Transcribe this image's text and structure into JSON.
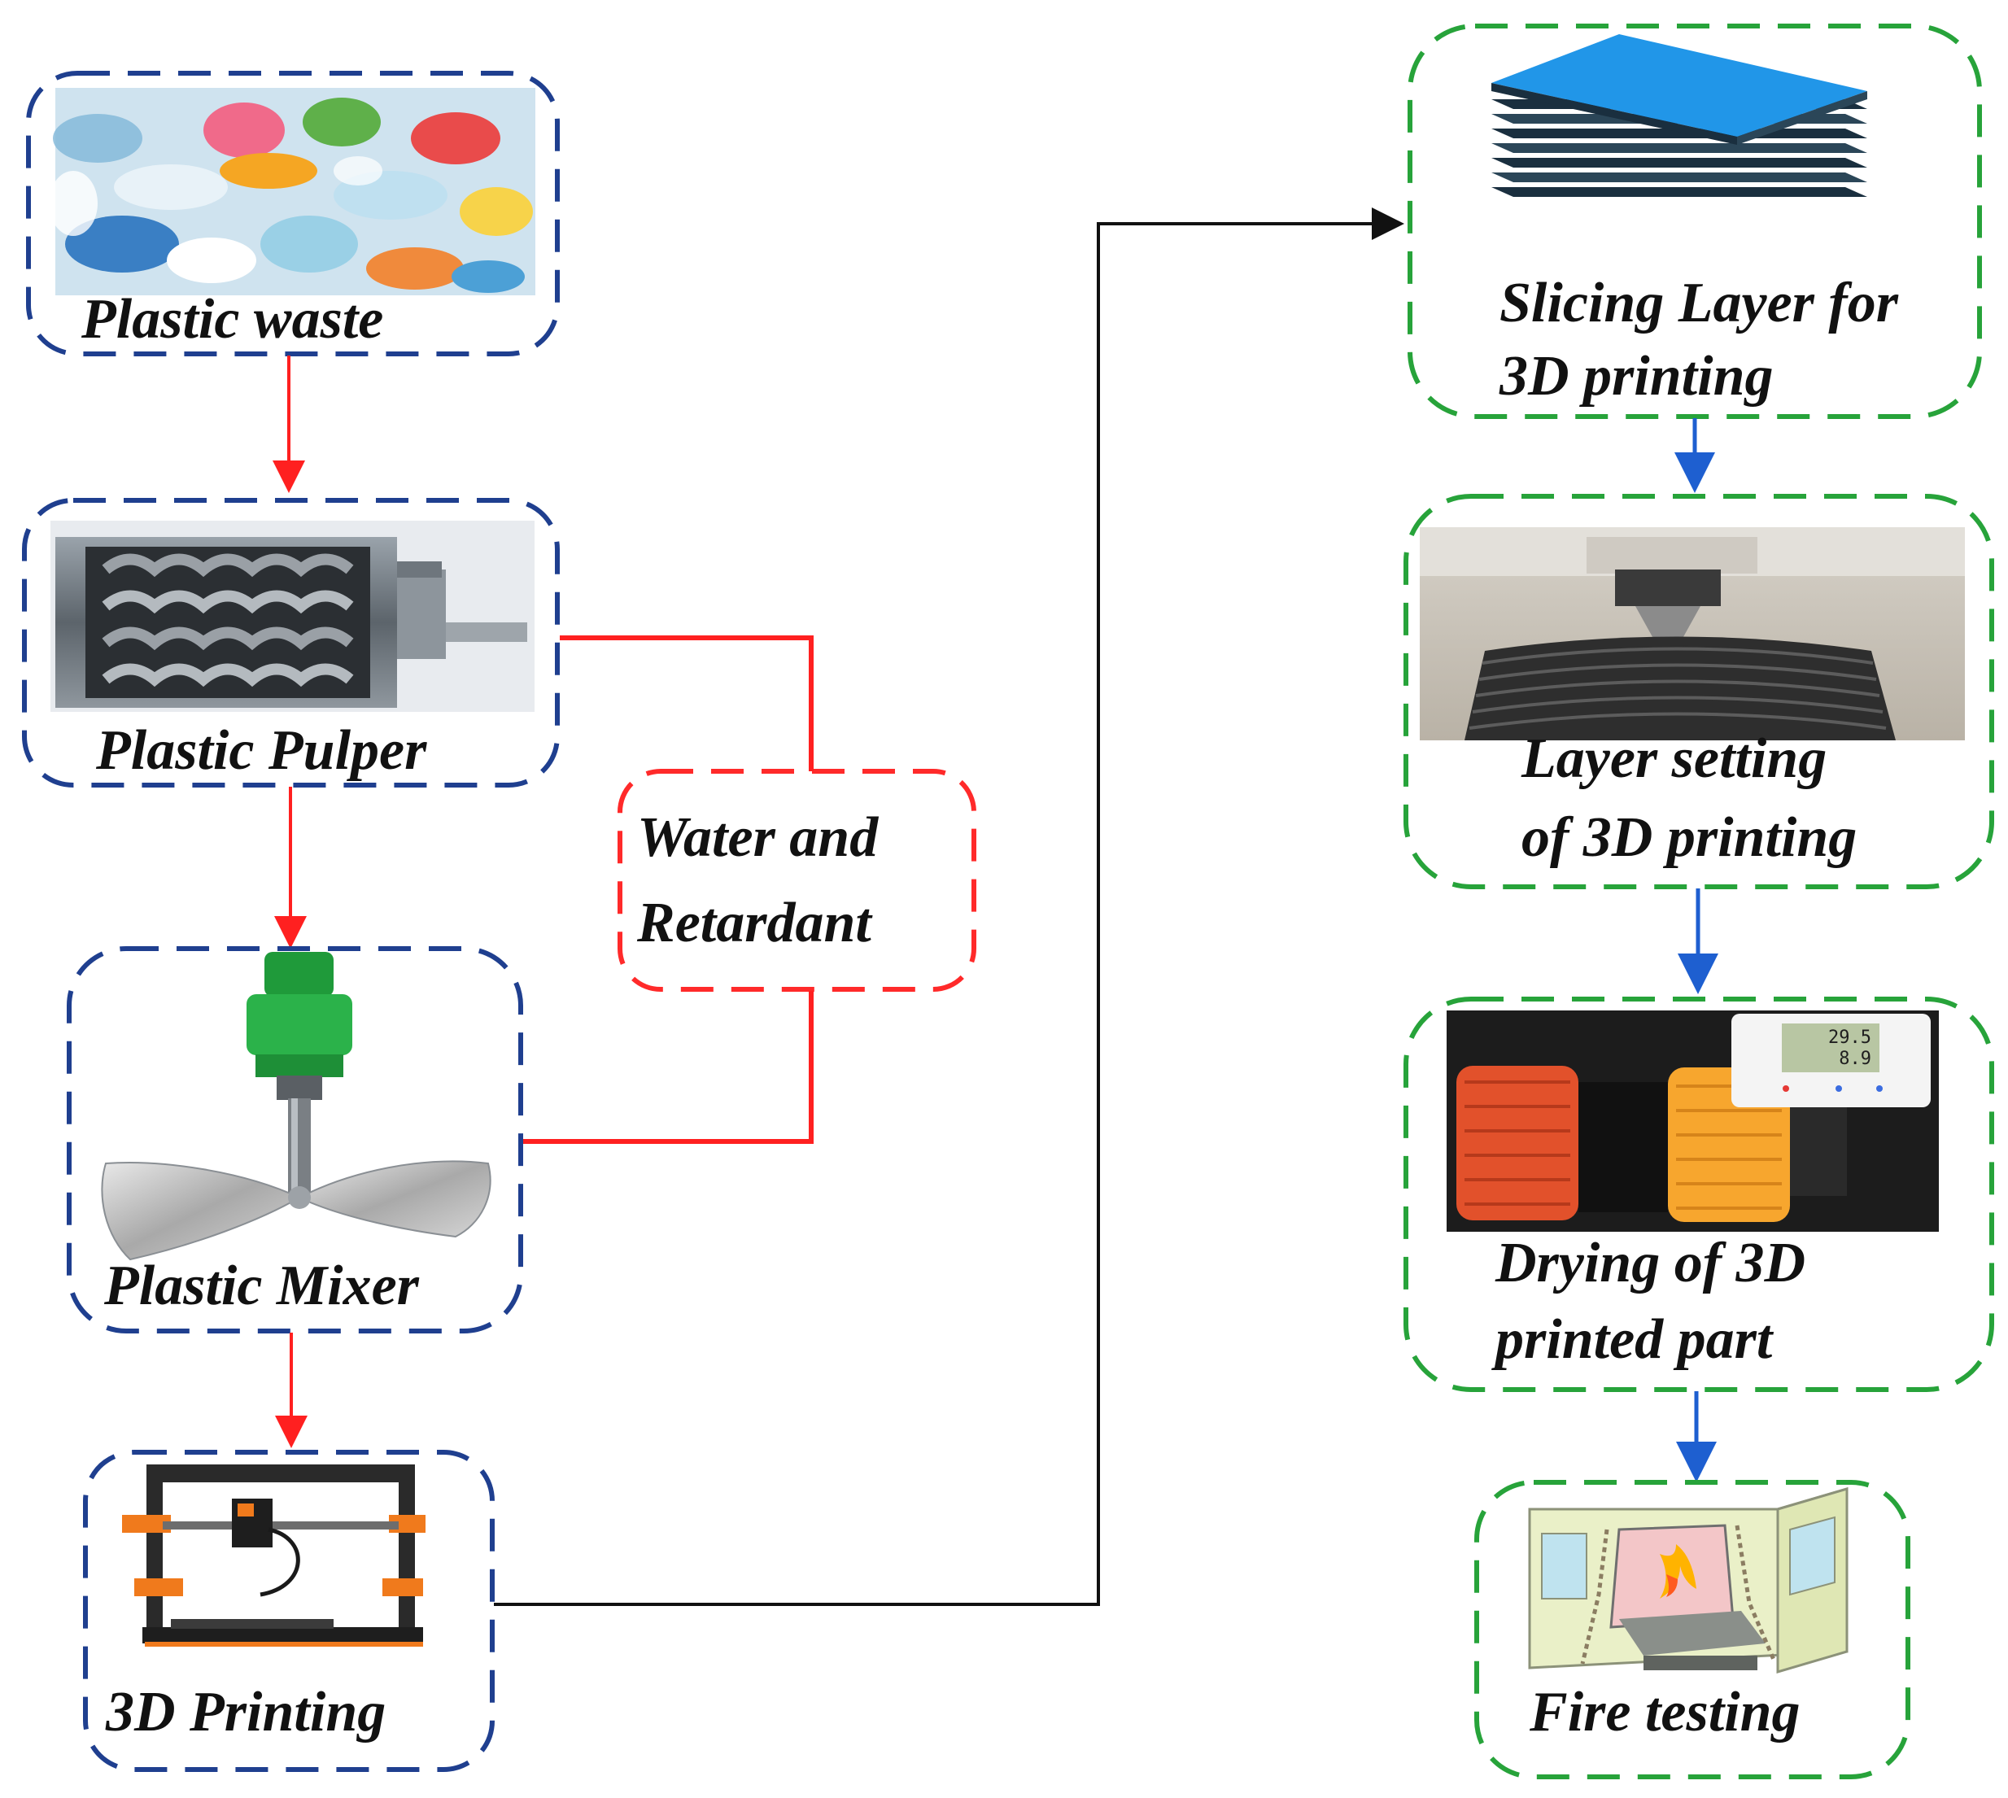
{
  "colors": {
    "left_box_border": "#1f3f8f",
    "right_box_border": "#27a33a",
    "input_box_border": "#ff2a2a",
    "red_arrow": "#ff2020",
    "blue_arrow": "#1e5fd0",
    "black_connector": "#111111",
    "background": "#ffffff"
  },
  "nodes": {
    "plastic_waste": {
      "label": "Plastic waste",
      "icon": "plastic-bottles-photo-icon"
    },
    "plastic_pulper": {
      "label": "Plastic Pulper",
      "icon": "shredder-blades-photo-icon"
    },
    "plastic_mixer": {
      "label": "Plastic Mixer",
      "icon": "mixer-propeller-icon"
    },
    "printing_3d": {
      "label": "3D Printing",
      "icon": "3d-printer-icon"
    },
    "water_retardant": {
      "line1": "Water and",
      "line2": "Retardant"
    },
    "slicing_layer": {
      "line1": "Slicing Layer for",
      "line2": "3D printing",
      "icon": "layer-stack-icon"
    },
    "layer_setting": {
      "line1": "Layer setting",
      "line2": "of 3D printing",
      "icon": "printer-nozzle-photo-icon"
    },
    "drying": {
      "line1": "Drying of 3D",
      "line2": "printed part",
      "icon": "filament-spools-icon",
      "display_top": "29.5",
      "display_bottom": "8.9"
    },
    "fire_testing": {
      "label": "Fire testing",
      "icon": "fire-room-icon"
    }
  }
}
